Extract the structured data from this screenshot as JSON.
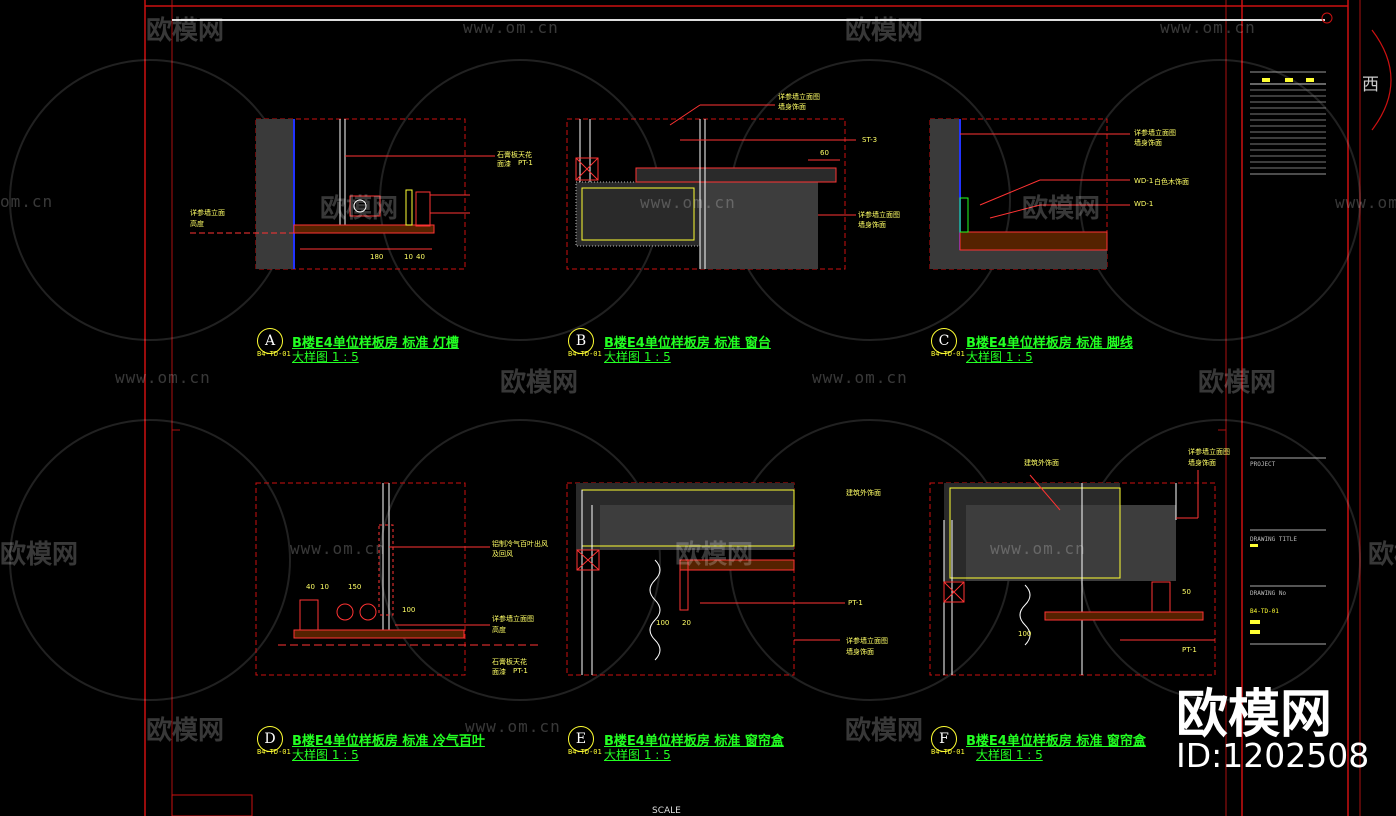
{
  "watermark": {
    "brand": "欧模网",
    "url": "www.om.cn",
    "url_short": "om.cn"
  },
  "brand_overlay": {
    "name": "欧模网",
    "id_text": "ID:1202508"
  },
  "side_char": "西",
  "details": [
    {
      "letter": "A",
      "code": "B4-TD-01",
      "title": "B楼E4单位样板房 标准 灯槽",
      "scale": "大样图 1 : 5"
    },
    {
      "letter": "B",
      "code": "B4-TD-01",
      "title": "B楼E4单位样板房 标准 窗台",
      "scale": "大样图 1 : 5"
    },
    {
      "letter": "C",
      "code": "B4-TD-01",
      "title": "B楼E4单位样板房 标准 脚线",
      "scale": "大样图 1 : 5"
    },
    {
      "letter": "D",
      "code": "B4-TD-01",
      "title": "B楼E4单位样板房 标准 冷气百叶",
      "scale": "大样图 1 : 5"
    },
    {
      "letter": "E",
      "code": "B4-TD-01",
      "title": "B楼E4单位样板房 标准 窗帘盒",
      "scale": "大样图 1 : 5"
    },
    {
      "letter": "F",
      "code": "B4-TD-01",
      "title": "B楼E4单位样板房 标准 窗帘盒",
      "scale": "大样图 1 : 5"
    }
  ],
  "annotations": {
    "a_right": "石膏板天花",
    "a_right2": "面漆",
    "a_left": "详参墙立面",
    "a_left2": "高度",
    "a_tag": "PT-1",
    "b_top": "详参墙立面图",
    "b_top2": "墙身饰面",
    "b_right": "详参墙立面图",
    "b_right2": "墙身饰面",
    "b_tag": "ST-3",
    "c_top": "详参墙立面图",
    "c_top2": "墙身饰面",
    "c_mid": "白色木饰面",
    "c_tag1": "WD-1",
    "c_tag2": "WD-1",
    "d_top": "铝制冷气百叶出风",
    "d_top2": "及回风",
    "d_mid": "详参墙立面图",
    "d_mid2": "高度",
    "d_bot": "石膏板天花",
    "d_bot2": "面漆",
    "d_tag": "PT-1",
    "e_top": "建筑外饰面",
    "e_right": "详参墙立面图",
    "e_right2": "墙身饰面",
    "e_tag": "PT-1",
    "f_top": "建筑外饰面",
    "f_right": "详参墙立面图",
    "f_right2": "墙身饰面",
    "f_tag": "PT-1"
  },
  "dimensions": {
    "a": [
      "180",
      "10",
      "40"
    ],
    "b": [
      "60"
    ],
    "d": [
      "40",
      "10",
      "150",
      "100"
    ],
    "e": [
      "100",
      "20"
    ],
    "f": [
      "100",
      "50"
    ]
  },
  "title_block": {
    "project_label": "PROJECT",
    "drawing_title_label": "DRAWING TITLE",
    "drawing_no_label": "DRAWING No",
    "drawing_no": "B4-TD-01"
  },
  "bottom_text": "SCALE"
}
